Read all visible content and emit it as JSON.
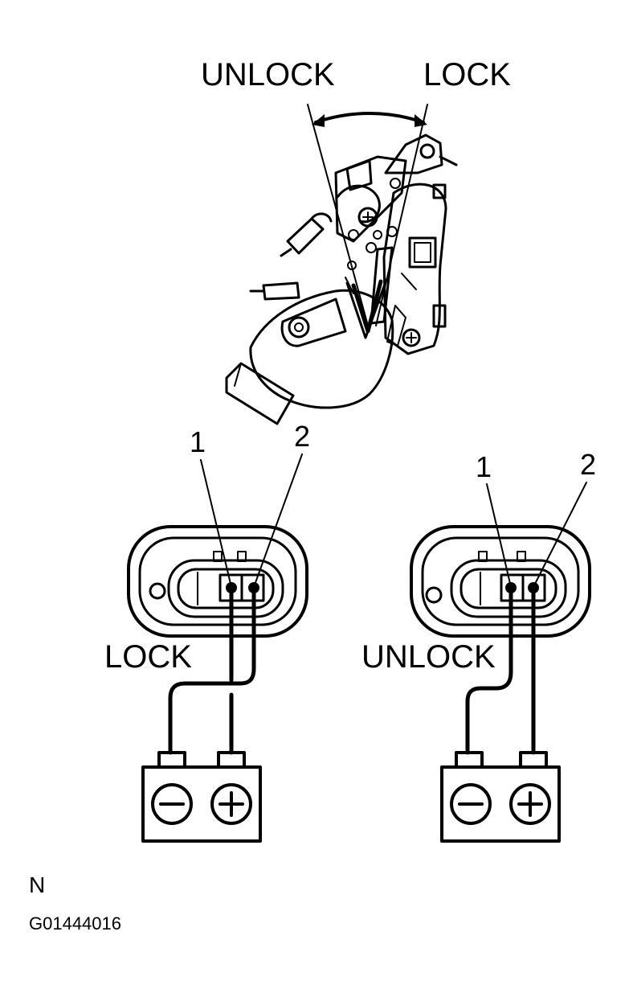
{
  "top": {
    "unlock_label": "UNLOCK",
    "lock_label": "LOCK"
  },
  "connectors": [
    {
      "pin1": "1",
      "pin2": "2",
      "mode_label": "LOCK",
      "neg_symbol": "−",
      "pos_symbol": "+"
    },
    {
      "pin1": "1",
      "pin2": "2",
      "mode_label": "UNLOCK",
      "neg_symbol": "−",
      "pos_symbol": "+"
    }
  ],
  "footer": {
    "marker": "N",
    "figure_code": "G01444016"
  }
}
